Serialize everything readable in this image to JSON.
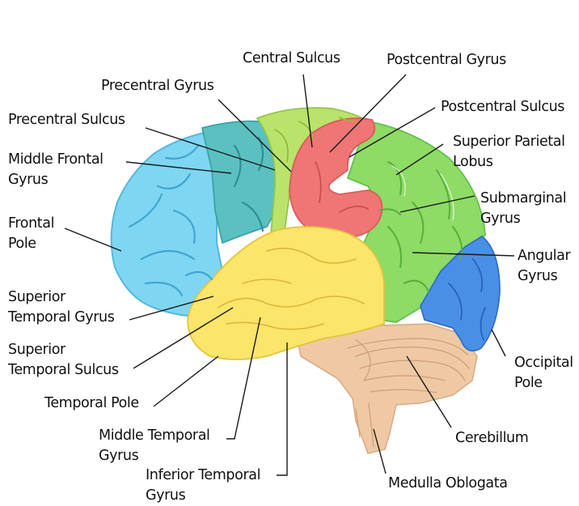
{
  "title": "Brain lobes and regions (lateral view)",
  "colors": {
    "frontal_pole": "#7fd6f2",
    "middle_frontal": "#5cc0c0",
    "precentral": "#b9e36a",
    "postcentral": "#f07575",
    "parietal": "#8edb66",
    "occipital": "#4a8fe6",
    "temporal": "#fbe56a",
    "cerebellum": "#eec9a4",
    "leader_line": "#1a1a1a",
    "text": "#111111"
  },
  "labels": {
    "central_sulcus": "Central Sulcus",
    "postcentral_gyrus": "Postcentral Gyrus",
    "precentral_gyrus": "Precentral Gyrus",
    "postcentral_sulcus": "Postcentral Sulcus",
    "precentral_sulcus": "Precentral Sulcus",
    "superior_parietal_lobus": "Superior Parietal\nLobus",
    "middle_frontal_gyrus": "Middle Frontal\nGyrus",
    "submarginal_gyrus": "Submarginal\nGyrus",
    "frontal_pole": "Frontal\nPole",
    "angular_gyrus": "Angular\nGyrus",
    "superior_temporal_gyrus": "Superior\nTemporal Gyrus",
    "superior_temporal_sulcus": "Superior\nTemporal Sulcus",
    "occipital_pole": "Occipital\nPole",
    "temporal_pole": "Temporal Pole",
    "cerebillum": "Cerebillum",
    "middle_temporal_gyrus": "Middle Temporal\nGyrus",
    "inferior_temporal_gyrus": "Inferior Temporal\nGyrus",
    "medulla_oblogata": "Medulla Oblogata"
  }
}
